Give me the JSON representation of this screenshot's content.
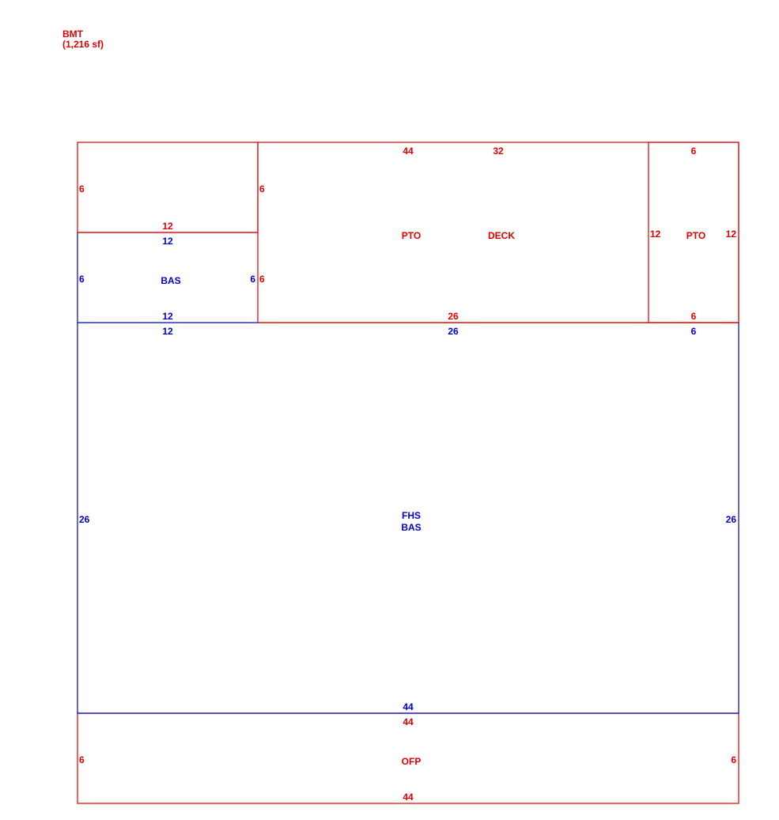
{
  "header": {
    "code": "BMT",
    "area": "(1,216 sf)"
  },
  "colors": {
    "red": "#e00000",
    "blue": "#0000cc"
  },
  "areas": {
    "upper_left": {
      "dims": {
        "top": "",
        "left": "6",
        "right": "6",
        "bottom": "12"
      }
    },
    "bas_small": {
      "label": "BAS",
      "dims": {
        "top": "12",
        "left": "6",
        "right": "6",
        "bottom": "12"
      }
    },
    "pto_deck": {
      "labels": [
        "PTO",
        "DECK"
      ],
      "dims": {
        "top_a": "44",
        "top_b": "32",
        "left_upper": "6",
        "left_lower": "6",
        "bottom": "26"
      }
    },
    "pto_right": {
      "label": "PTO",
      "dims": {
        "top": "6",
        "left": "12",
        "right": "12",
        "bottom": "6"
      }
    },
    "fhs_bas": {
      "labels": [
        "FHS",
        "BAS"
      ],
      "dims": {
        "top_left": "12",
        "top_mid": "26",
        "top_right": "6",
        "left": "26",
        "right": "26",
        "bottom": "44"
      }
    },
    "ofp": {
      "label": "OFP",
      "dims": {
        "top": "44",
        "left": "6",
        "right": "6",
        "bottom": "44"
      }
    }
  }
}
